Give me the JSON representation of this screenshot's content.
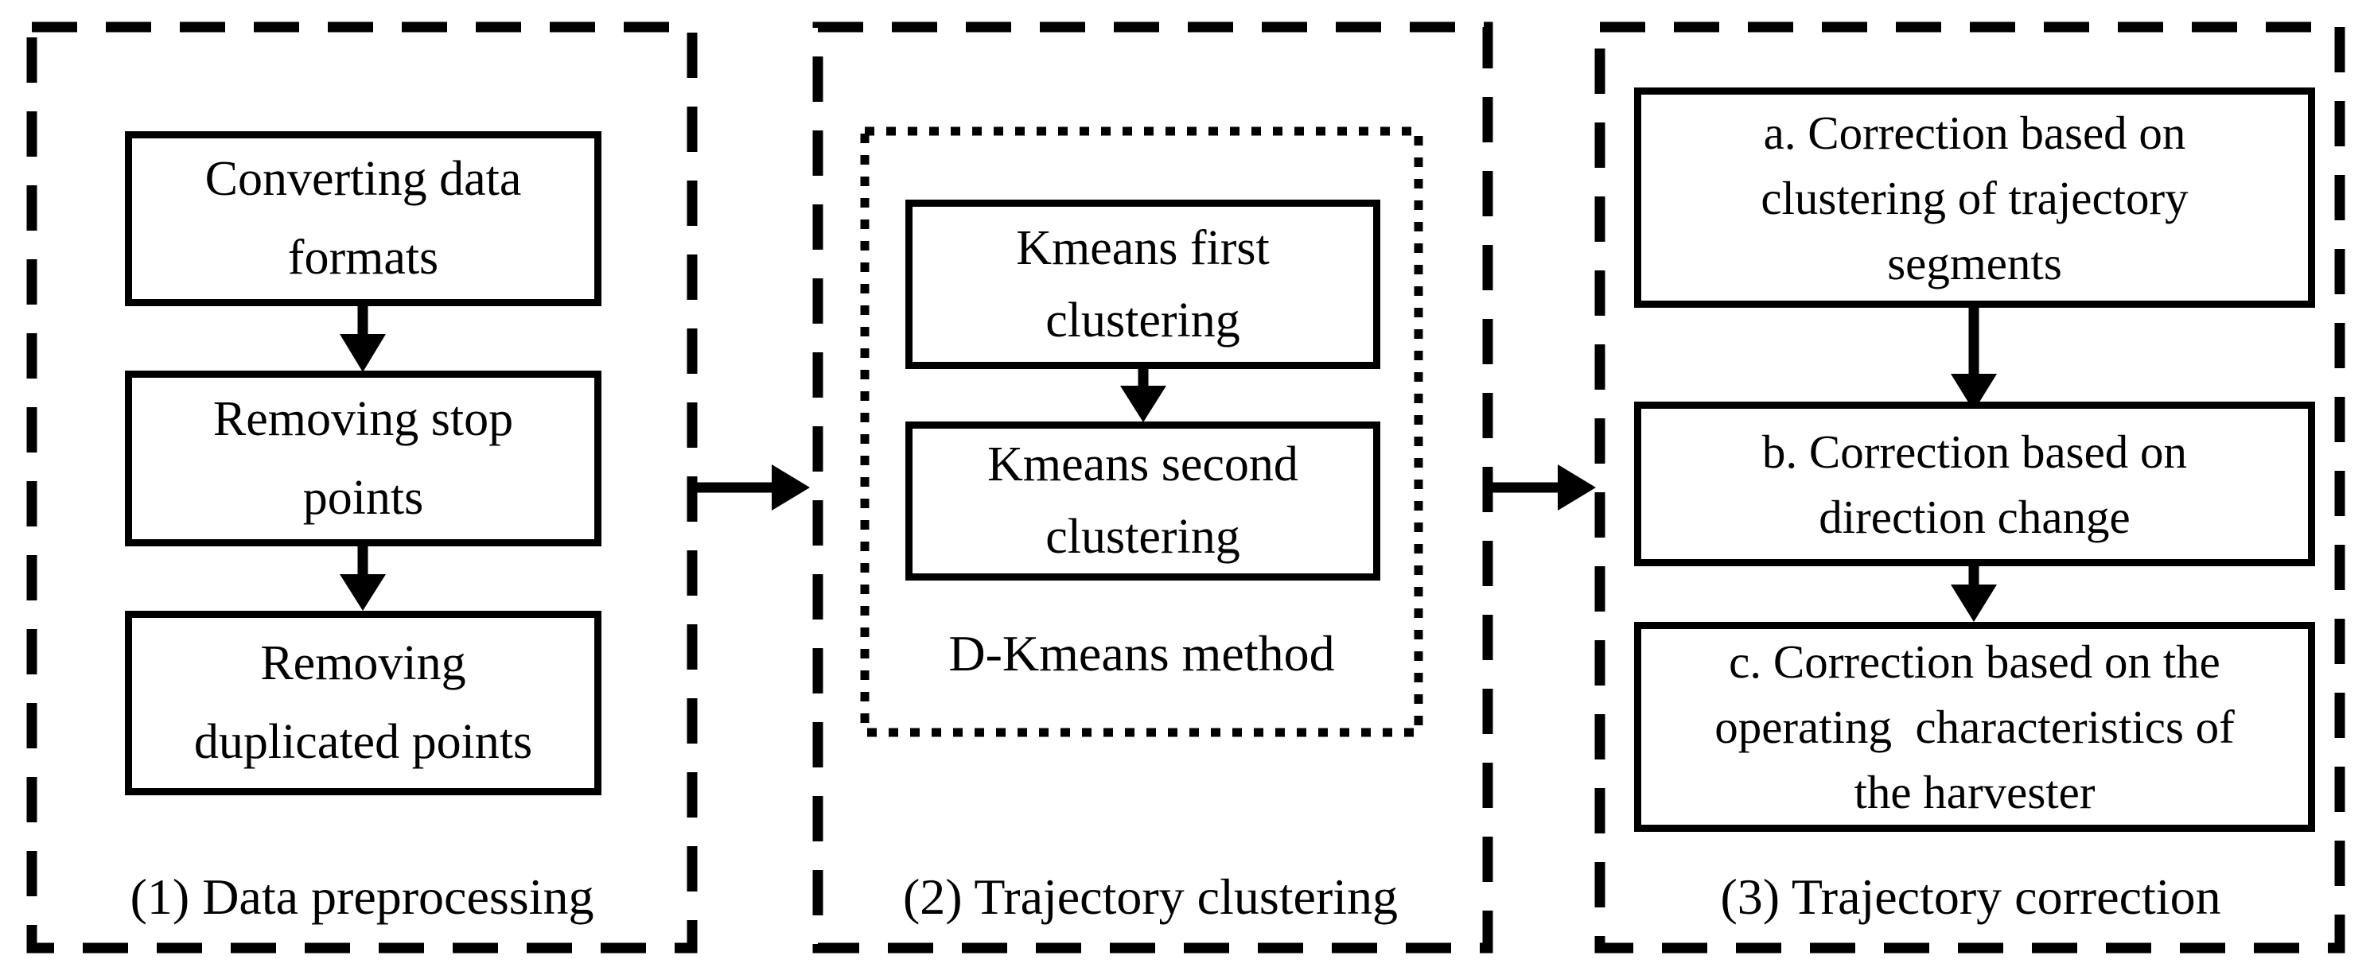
{
  "figure": {
    "type": "flowchart",
    "background_color": "#ffffff",
    "ink_color": "#000000"
  },
  "panels": [
    {
      "caption": "(1) Data preprocessing",
      "boxes": [
        {
          "lines": [
            "Converting data",
            "formats"
          ]
        },
        {
          "lines": [
            "Removing stop",
            "points"
          ]
        },
        {
          "lines": [
            "Removing",
            "duplicated points"
          ]
        }
      ]
    },
    {
      "caption": "(2) Trajectory clustering",
      "group_label": "D-Kmeans method",
      "boxes": [
        {
          "lines": [
            "Kmeans first",
            "clustering"
          ]
        },
        {
          "lines": [
            "Kmeans second",
            "clustering"
          ]
        }
      ]
    },
    {
      "caption": "(3) Trajectory correction",
      "boxes": [
        {
          "lines": [
            "a. Correction based on",
            "clustering of trajectory",
            "segments"
          ]
        },
        {
          "lines": [
            "b. Correction based on",
            "direction change"
          ]
        },
        {
          "lines": [
            "c. Correction based on the",
            "operating  characteristics of",
            "the harvester"
          ]
        }
      ]
    }
  ]
}
